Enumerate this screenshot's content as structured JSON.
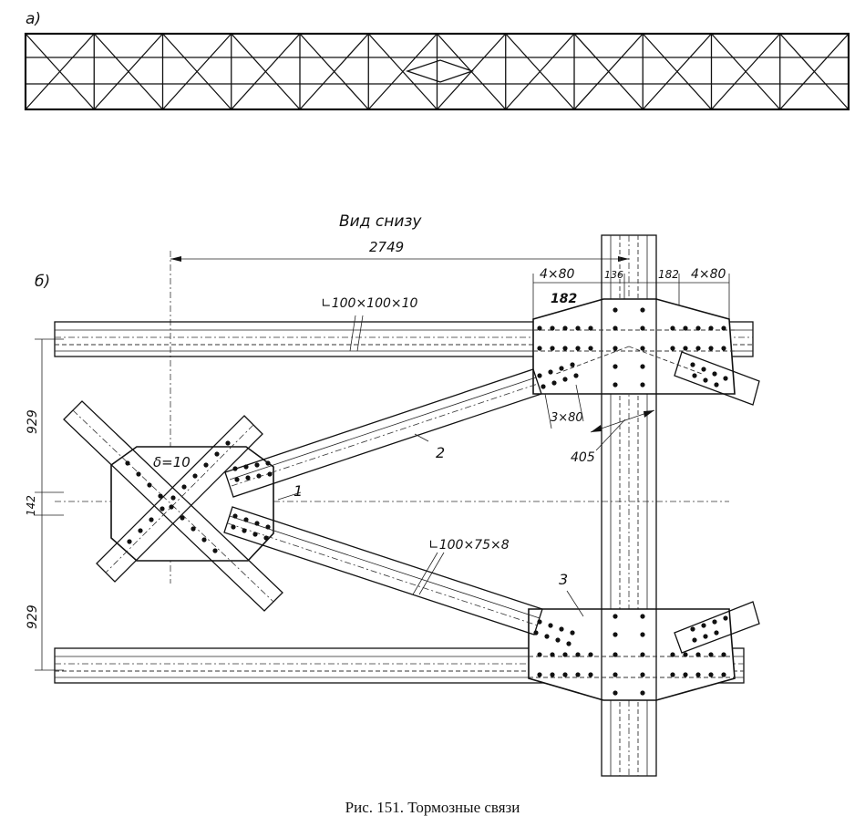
{
  "figure": {
    "part_a_label": "a)",
    "part_b_label": "б)",
    "view_label": "Вид снизу",
    "caption": "Рис. 151. Тормозные связи"
  },
  "dimensions": {
    "span": "2749",
    "bolt_group_left": "4×80",
    "column_width": "136",
    "gap_right": "182",
    "bolt_group_right": "4×80",
    "gusset_offset": "182",
    "diag_bolts": "3×80",
    "diag_len": "405",
    "vert_upper": "929",
    "vert_mid": "142",
    "vert_lower": "929"
  },
  "profiles": {
    "chord_angle": "∟100×100×10",
    "diagonal_angle": "∟100×75×8",
    "plate_thickness": "δ=10"
  },
  "callouts": {
    "n1": "1",
    "n2": "2",
    "n3": "3"
  }
}
